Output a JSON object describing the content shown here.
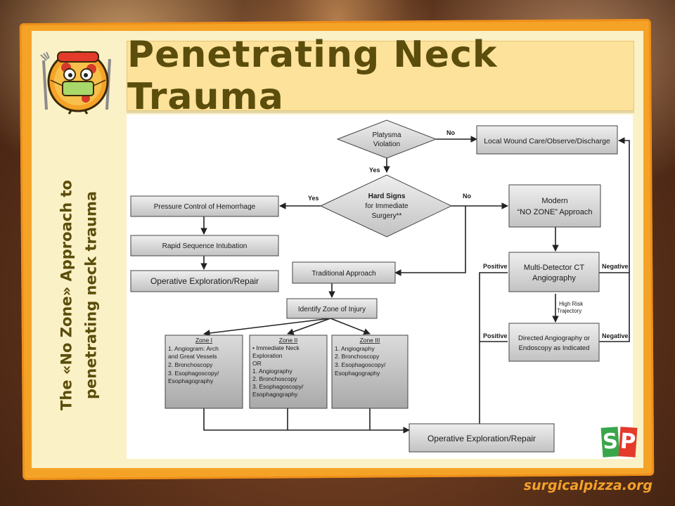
{
  "title": "Penetrating Neck Trauma",
  "side_caption": {
    "line1": "The «No Zone» Approach to",
    "line2": "penetrating neck trauma"
  },
  "footer": "surgicalpizza.org",
  "logo": {
    "s": "S",
    "p": "P"
  },
  "colors": {
    "accent": "#f5a327",
    "title_text": "#5b4d0b",
    "box_fill": "#c9c9c9"
  },
  "flowchart": {
    "platysma": [
      "Platysma",
      "Violation"
    ],
    "hard_signs": [
      "Hard Signs",
      "for Immediate",
      "Surgery**"
    ],
    "local_care": "Local Wound Care/Observe/Discharge",
    "modern": [
      "Modern",
      "“NO ZONE” Approach"
    ],
    "pressure": "Pressure Control of Hemorrhage",
    "rsi": "Rapid Sequence Intubation",
    "operative": "Operative Exploration/Repair",
    "traditional": "Traditional Approach",
    "identify": "Identify Zone of Injury",
    "mdct": [
      "Multi-Detector CT",
      "Angiography"
    ],
    "high_risk": [
      "High Risk",
      "Trajectory"
    ],
    "directed": [
      "Directed Angiography or",
      "Endoscopy as Indicated"
    ],
    "zone1": {
      "title": "Zone I",
      "lines": [
        "1.   Angiogram: Arch",
        "      and Great Vessels",
        "2.   Bronchoscopy",
        "3.   Esophagoscopy/",
        "      Esophagography"
      ]
    },
    "zone2": {
      "title": "Zone II",
      "lines": [
        "•    Immediate Neck",
        "      Exploration",
        "          OR",
        "1.   Angiography",
        "2.   Bronchoscopy",
        "3.   Esophagoscopy/",
        "      Esophagography"
      ]
    },
    "zone3": {
      "title": "Zone III",
      "lines": [
        "1.   Angiography",
        "2.   Bronchoscopy",
        "3.   Esophagoscopy/",
        "      Esophagography"
      ]
    },
    "operative_final": "Operative Exploration/Repair",
    "labels": {
      "no_top": "No",
      "yes_down": "Yes",
      "yes_left": "Yes",
      "no_right": "No",
      "positive_1": "Positive",
      "negative_1": "Negative",
      "positive_2": "Positive",
      "negative_2": "Negative"
    }
  }
}
